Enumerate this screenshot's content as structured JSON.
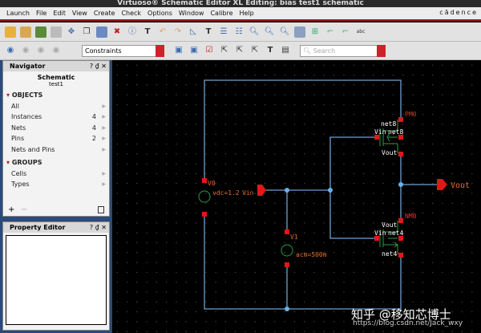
{
  "window": {
    "title": "Virtuoso® Schematic Editor XL Editing: bias test1 schematic"
  },
  "menu": [
    "Launch",
    "File",
    "Edit",
    "View",
    "Create",
    "Check",
    "Options",
    "Window",
    "Calibre",
    "Help"
  ],
  "brand": "cādence",
  "toolbar2": {
    "constraints": "Constraints",
    "search_placeholder": "Search"
  },
  "navigator": {
    "title": "Navigator",
    "buttons": "? ₫ ✕",
    "view": "Schematic",
    "cell": "test1",
    "objects_header": "OBJECTS",
    "objects": [
      {
        "label": "All",
        "count": ""
      },
      {
        "label": "Instances",
        "count": "4"
      },
      {
        "label": "Nets",
        "count": "4"
      },
      {
        "label": "Pins",
        "count": "2"
      },
      {
        "label": "Nets and Pins",
        "count": ""
      }
    ],
    "groups_header": "GROUPS",
    "groups": [
      {
        "label": "Cells"
      },
      {
        "label": "Types"
      }
    ],
    "add": "+",
    "remove": "−"
  },
  "property_editor": {
    "title": "Property Editor",
    "buttons": "? ₫ ✕"
  },
  "schematic": {
    "v0_name": "V0",
    "v0_param": "vdc=1.2",
    "v1_name": "V1",
    "v1_param": "acm=500m",
    "vin_pin": "Vin",
    "vout_pin": "Vout",
    "pm0": "PM0",
    "pm0_top": "net8",
    "pm0_gate": "Vin",
    "pm0_bulk": "net8",
    "pm0_drain": "Vout",
    "nm0": "NM0",
    "nm0_top": "Vout",
    "nm0_gate": "Vin",
    "nm0_bulk": "net4",
    "nm0_src": "net4",
    "colors": {
      "wire": "#6fa0d0",
      "pin": "#e01818",
      "device": "#2e9a4a",
      "label": "#e07030",
      "net_label": "#ffffff"
    }
  },
  "watermark": {
    "line1": "知乎 @移知芯博士",
    "line2": "https://blog.csdn.net/Jack_wxy"
  }
}
